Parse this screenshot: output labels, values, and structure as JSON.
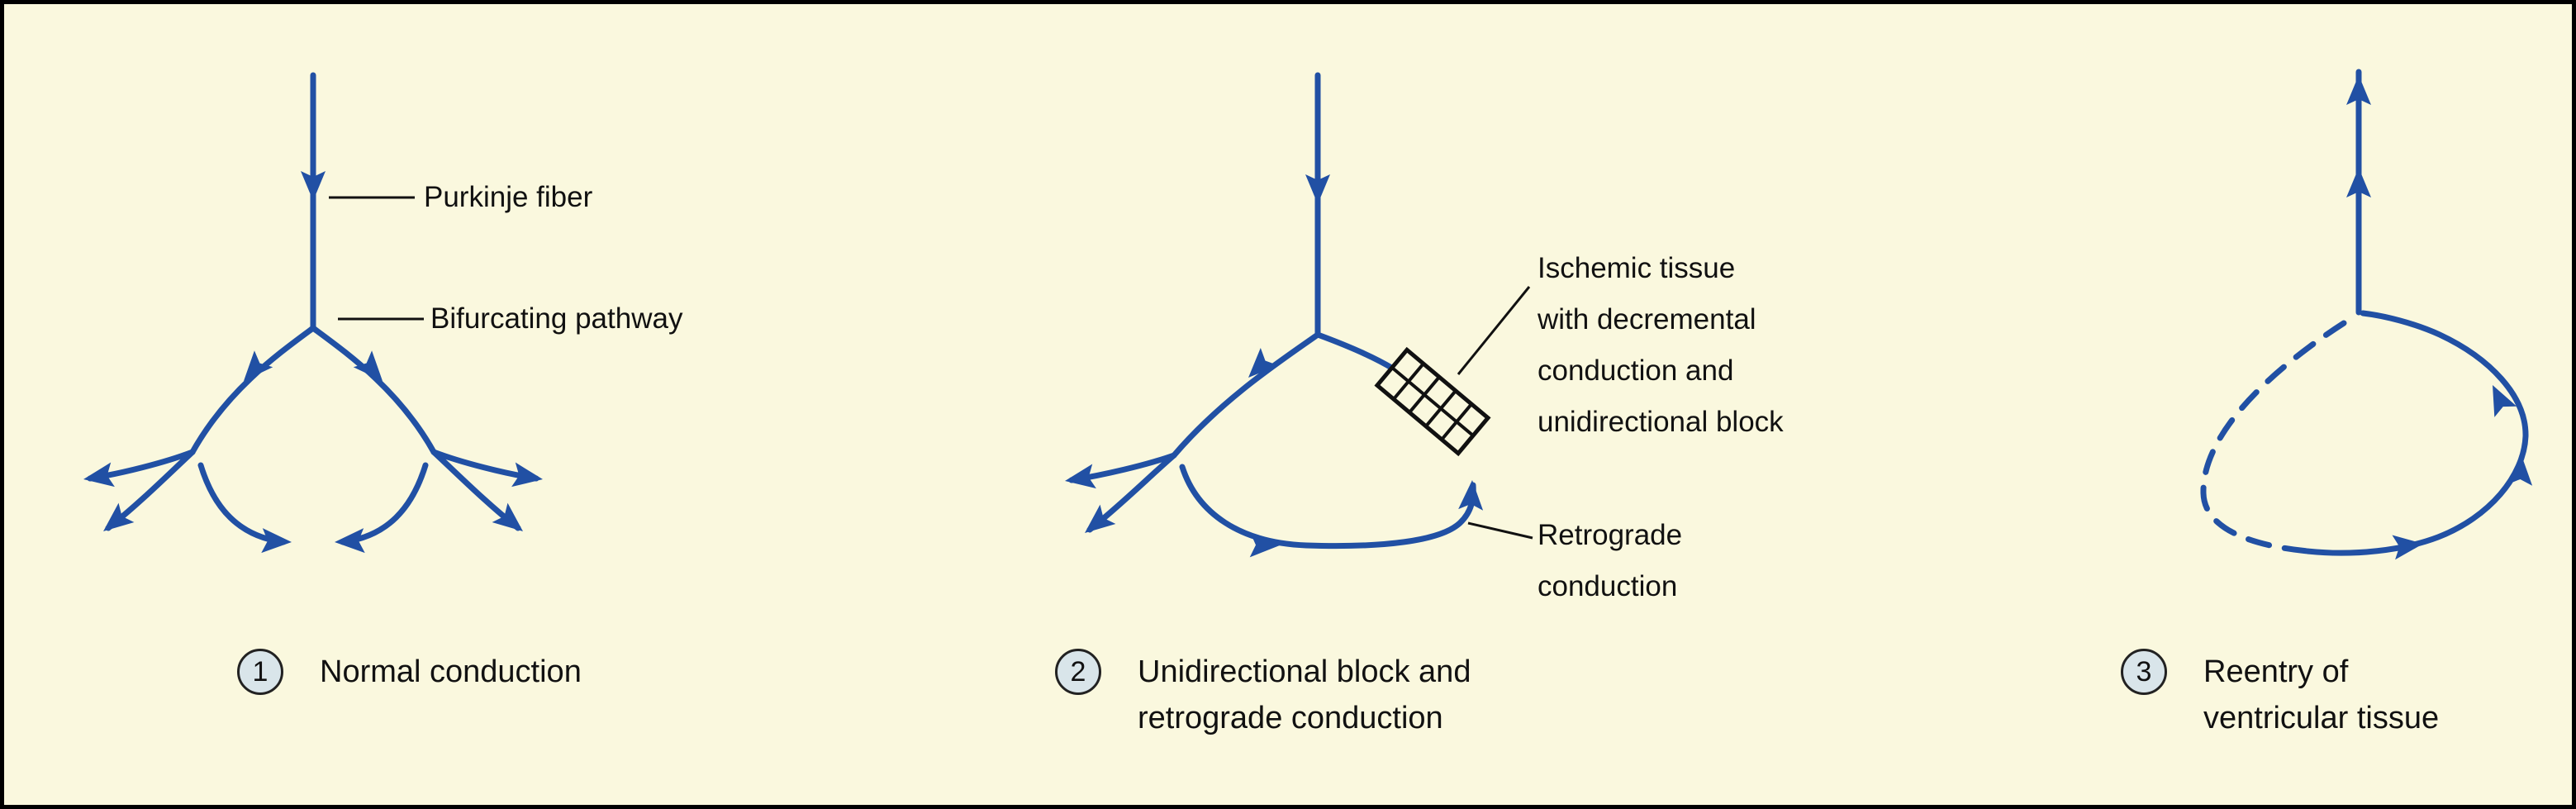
{
  "colors": {
    "background": "#FAF8DE",
    "line": "#2150A4",
    "ink": "#111111",
    "badge_fill": "#D9E5EA",
    "border": "#000000"
  },
  "panels": [
    {
      "badge": "1",
      "caption": "Normal conduction",
      "labels": {
        "purkinje": "Purkinje fiber",
        "bifurcating": "Bifurcating pathway"
      }
    },
    {
      "badge": "2",
      "caption": "Unidirectional block and\nretrograde conduction",
      "labels": {
        "ischemic": "Ischemic tissue\nwith decremental\nconduction and\nunidirectional block",
        "retrograde": "Retrograde\nconduction"
      }
    },
    {
      "badge": "3",
      "caption": "Reentry of\nventricular tissue"
    }
  ]
}
